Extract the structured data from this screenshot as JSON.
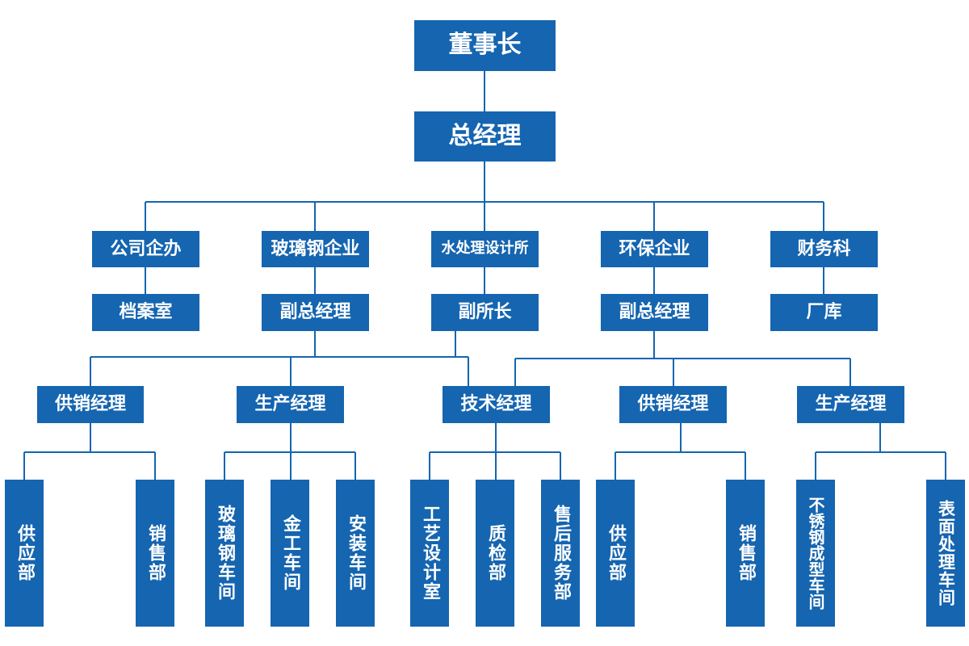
{
  "chairman": "董事长",
  "general_manager": "总经理",
  "units": {
    "office": "公司企办",
    "frp": "玻璃钢企业",
    "water": "水处理设计所",
    "env": "环保企业",
    "finance": "财务科"
  },
  "sub_units": {
    "archive": "档案室",
    "frp_deputy": "副总经理",
    "water_deputy": "副所长",
    "env_deputy": "副总经理",
    "factory_store": "厂库"
  },
  "managers": {
    "supply_1": "供销经理",
    "production_1": "生产经理",
    "technical": "技术经理",
    "supply_2": "供销经理",
    "production_2": "生产经理"
  },
  "departments": {
    "supply_dept_1": "供应部",
    "sales_dept_1": "销售部",
    "frp_workshop": "玻璃钢车间",
    "metal_workshop": "金工车间",
    "install_workshop": "安装车间",
    "process_design": "工艺设计室",
    "quality_check": "质检部",
    "after_sales": "售后服务部",
    "supply_dept_2": "供应部",
    "sales_dept_2": "销售部",
    "stainless_workshop": "不锈钢成型车间",
    "surface_workshop": "表面处理车间"
  },
  "colors": {
    "node_fill": "#1565b0",
    "line": "#1565b0",
    "text": "#ffffff"
  }
}
